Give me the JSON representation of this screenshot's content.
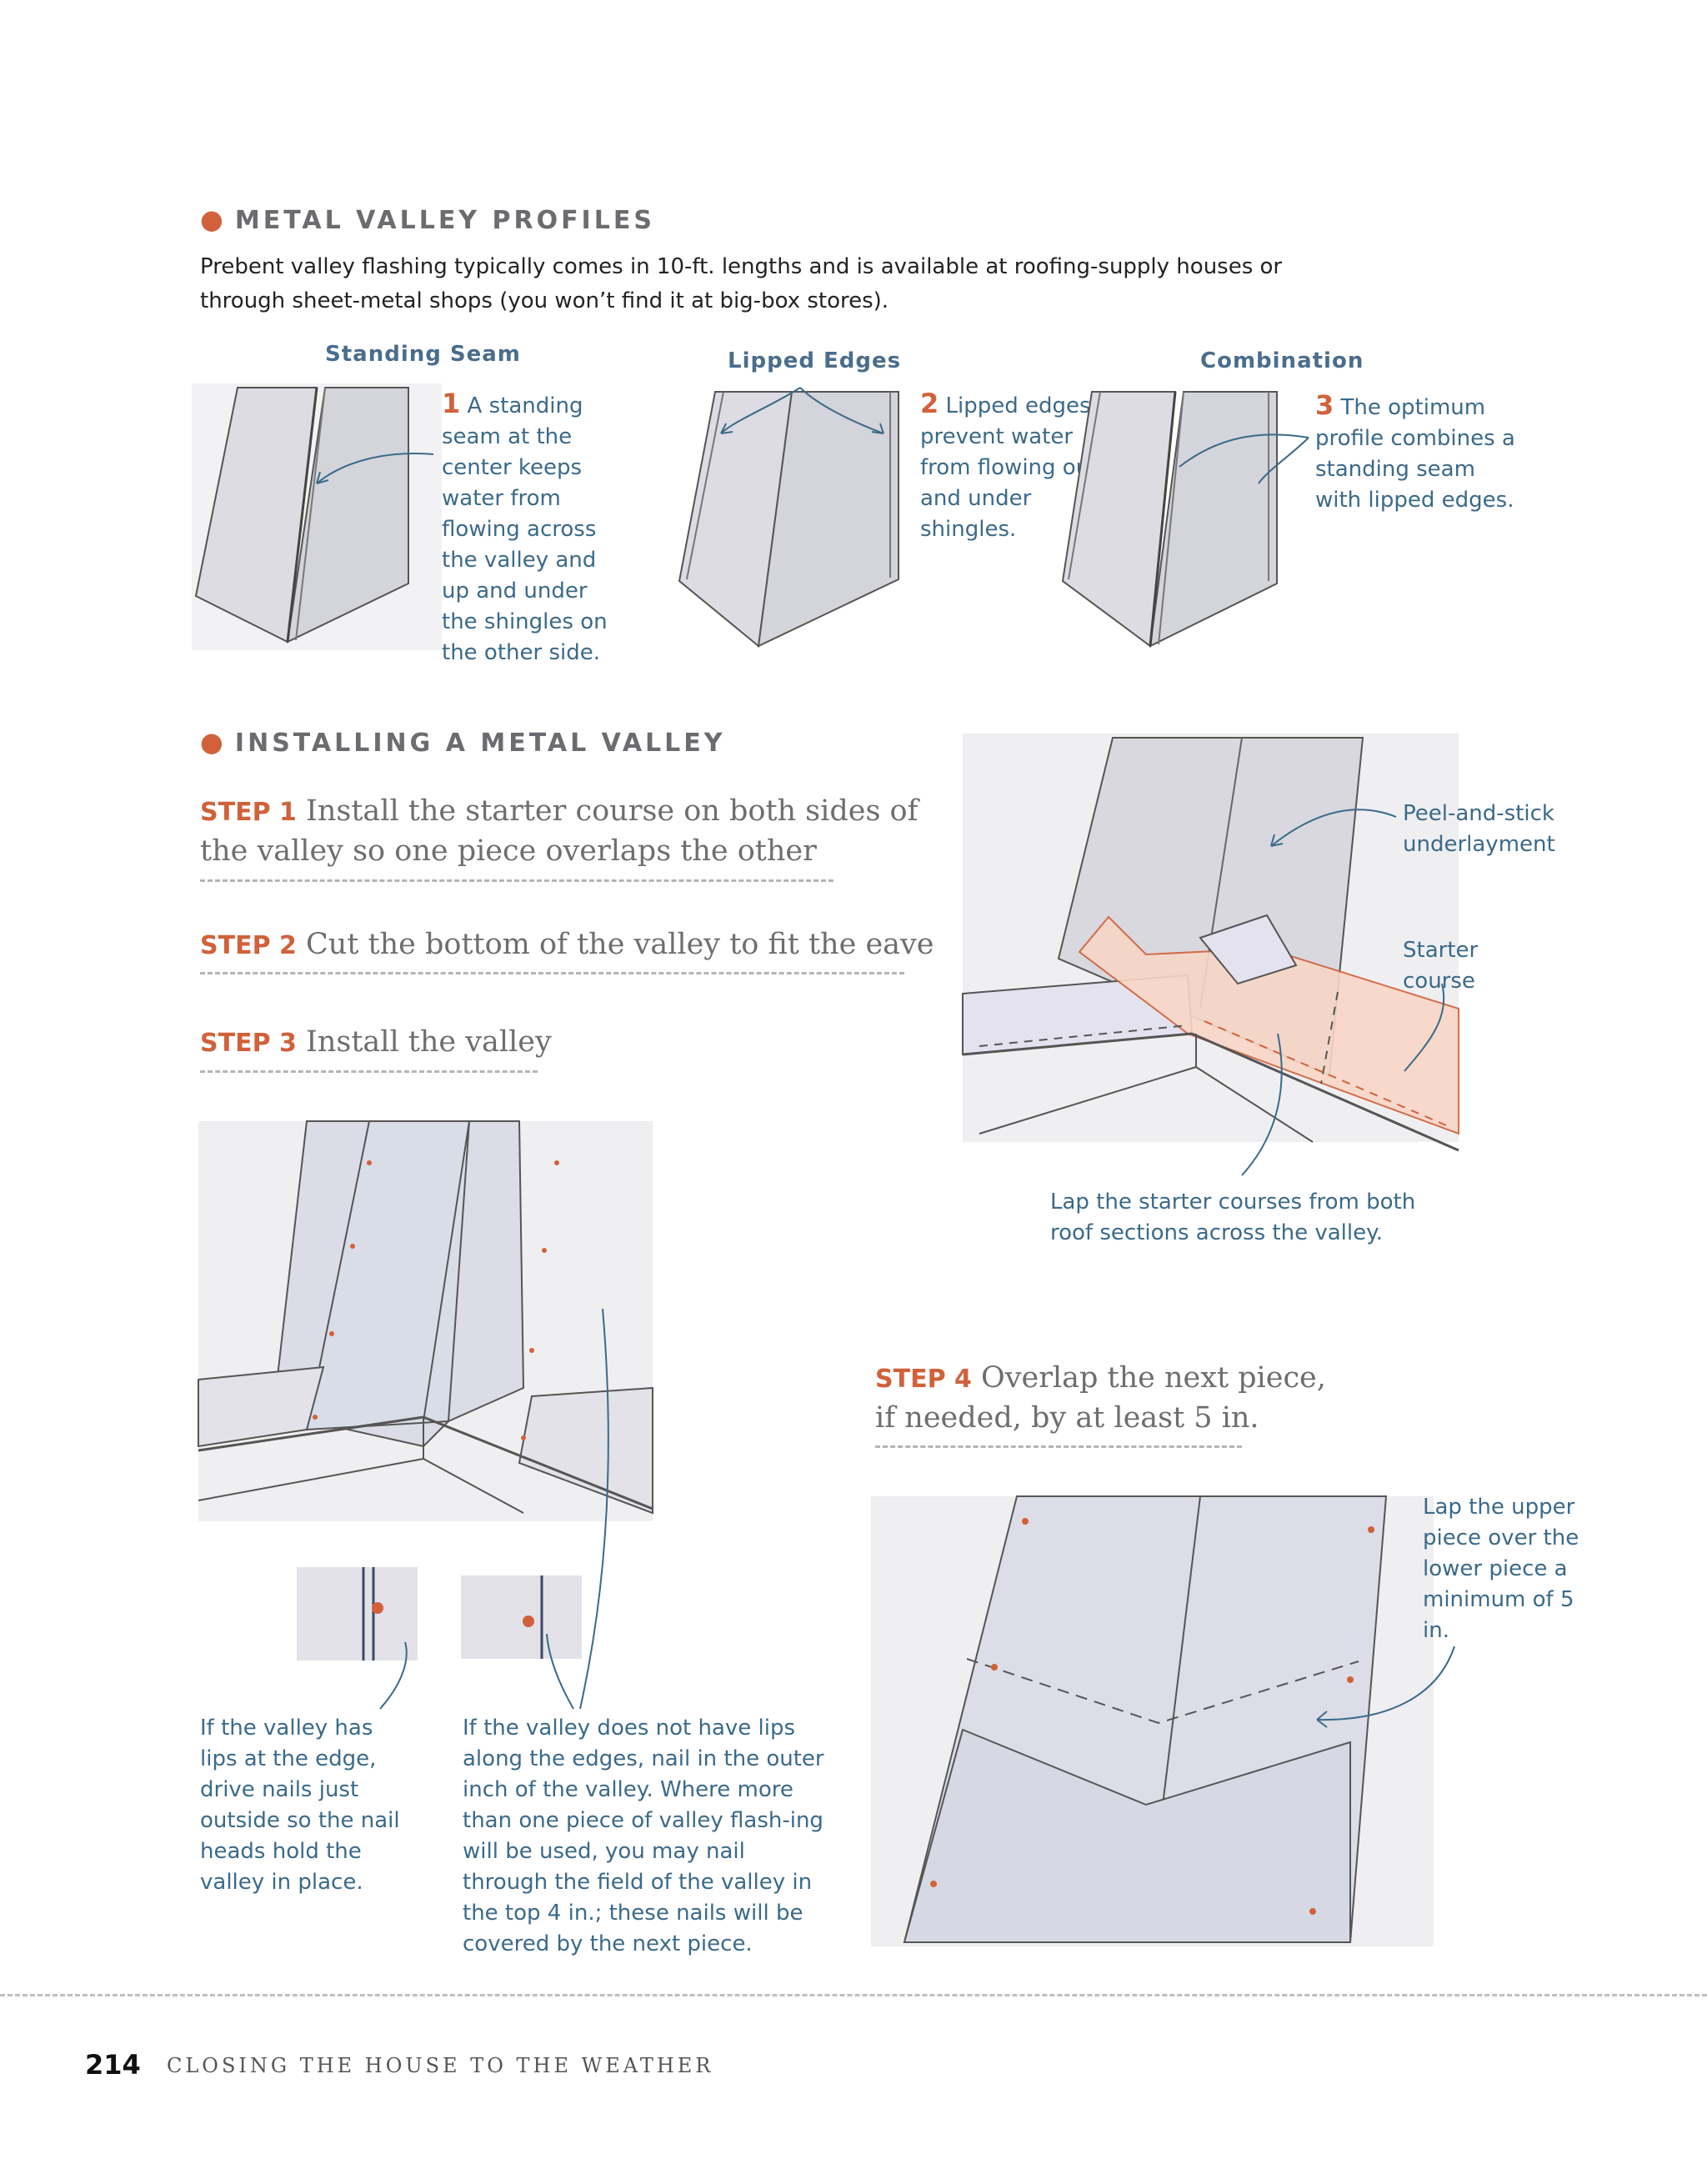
{
  "profiles": {
    "heading": "METAL VALLEY PROFILES",
    "intro": "Prebent valley flashing typically comes in 10-ft. lengths and is available at roofing-supply houses or through sheet-metal shops (you won’t find it at big-box stores).",
    "items": [
      {
        "title": "Standing Seam",
        "num": "1",
        "text": "A standing seam at the center keeps water from flowing across the valley and up and under the shingles on the other side."
      },
      {
        "title": "Lipped Edges",
        "num": "2",
        "text": "Lipped edges prevent water from flowing out and under shingles."
      },
      {
        "title": "Combination",
        "num": "3",
        "text": "The optimum profile combines a standing seam with lipped edges."
      }
    ]
  },
  "install": {
    "heading": "INSTALLING A METAL VALLEY",
    "steps": [
      {
        "label": "STEP 1",
        "text": "Install the starter course on both sides of the valley so one piece overlaps the other"
      },
      {
        "label": "STEP 2",
        "text": "Cut the bottom of the valley to fit the eave"
      },
      {
        "label": "STEP 3",
        "text": "Install the valley"
      },
      {
        "label": "STEP 4",
        "text": "Overlap the next piece, if needed, by at least 5 in."
      }
    ],
    "callouts": {
      "underlayment": "Peel-and-stick underlayment",
      "starter": "Starter course",
      "lap_starter": "Lap the starter courses from both roof sections across the valley.",
      "lips": "If the valley has lips at the edge, drive nails just outside so the nail heads hold the valley in place.",
      "no_lips": "If the valley does not have lips along the edges, nail in the outer inch of the valley. Where more than one piece of valley flash-ing will be used, you may nail through the field of the valley in the top 4 in.; these nails will be covered by the next piece.",
      "lap_upper": "Lap the upper piece over the lower piece a minimum of 5 in."
    }
  },
  "footer": {
    "page_number": "214",
    "chapter": "CLOSING THE HOUSE TO THE WEATHER"
  },
  "colors": {
    "accent": "#d1613a",
    "callout": "#3b6a8a",
    "metal": "#dcdce2",
    "starter": "#f6d3c4"
  }
}
